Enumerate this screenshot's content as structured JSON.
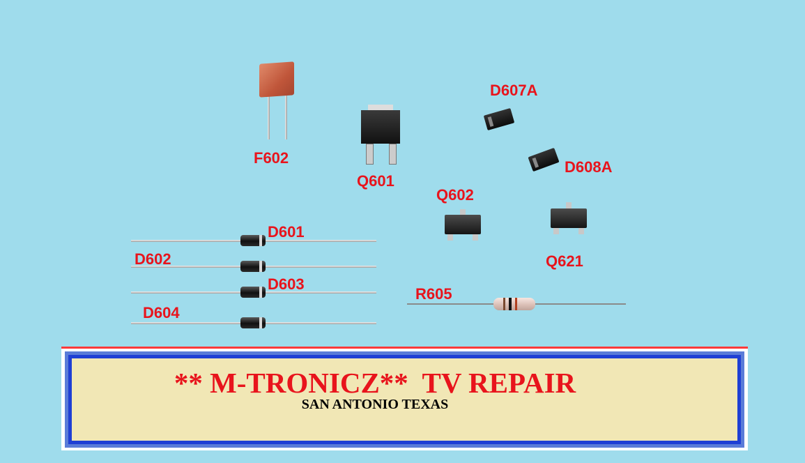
{
  "components": {
    "F602": "F602",
    "Q601": "Q601",
    "D607A": "D607A",
    "D608A": "D608A",
    "Q602": "Q602",
    "Q621": "Q621",
    "D601": "D601",
    "D602": "D602",
    "D603": "D603",
    "D604": "D604",
    "R605": "R605"
  },
  "banner": {
    "title": "** M-TRONICZ**  TV REPAIR",
    "subtitle": "SAN ANTONIO TEXAS"
  },
  "colors": {
    "background": "#9fdcec",
    "label": "#e8141c",
    "banner_fill": "#f1e7b5",
    "banner_border": "#1f3fd4"
  }
}
